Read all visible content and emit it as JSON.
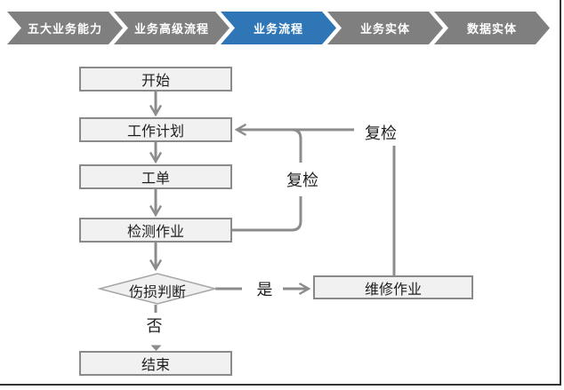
{
  "stepper": {
    "steps": [
      {
        "label": "五大业务能力",
        "active": false
      },
      {
        "label": "业务高级流程",
        "active": false
      },
      {
        "label": "业务流程",
        "active": true
      },
      {
        "label": "业务实体",
        "active": false
      },
      {
        "label": "数据实体",
        "active": false
      }
    ],
    "colors": {
      "inactive": "#7F7F7F",
      "active": "#2E76B6",
      "text": "#FFFFFF"
    }
  },
  "flowchart": {
    "nodes": [
      {
        "id": "start",
        "label": "开始",
        "shape": "rect"
      },
      {
        "id": "plan",
        "label": "工作计划",
        "shape": "rect"
      },
      {
        "id": "order",
        "label": "工单",
        "shape": "rect"
      },
      {
        "id": "inspect",
        "label": "检测作业",
        "shape": "rect"
      },
      {
        "id": "damage",
        "label": "伤损判断",
        "shape": "diamond"
      },
      {
        "id": "repair",
        "label": "维修作业",
        "shape": "rect"
      },
      {
        "id": "end",
        "label": "结束",
        "shape": "rect"
      }
    ],
    "edges": [
      {
        "from": "start",
        "to": "plan",
        "label": ""
      },
      {
        "from": "plan",
        "to": "order",
        "label": ""
      },
      {
        "from": "order",
        "to": "inspect",
        "label": ""
      },
      {
        "from": "inspect",
        "to": "damage",
        "label": ""
      },
      {
        "from": "damage",
        "to": "end",
        "label": "否"
      },
      {
        "from": "damage",
        "to": "repair",
        "label": "是"
      },
      {
        "from": "inspect",
        "to": "plan",
        "label": "复检"
      },
      {
        "from": "repair",
        "to": "plan",
        "label": "复检"
      }
    ],
    "colors": {
      "node_fill": "#F1F1F1",
      "node_border": "#8A8A8A",
      "connector": "#8C8C8C",
      "text": "#1F1F1F"
    }
  }
}
